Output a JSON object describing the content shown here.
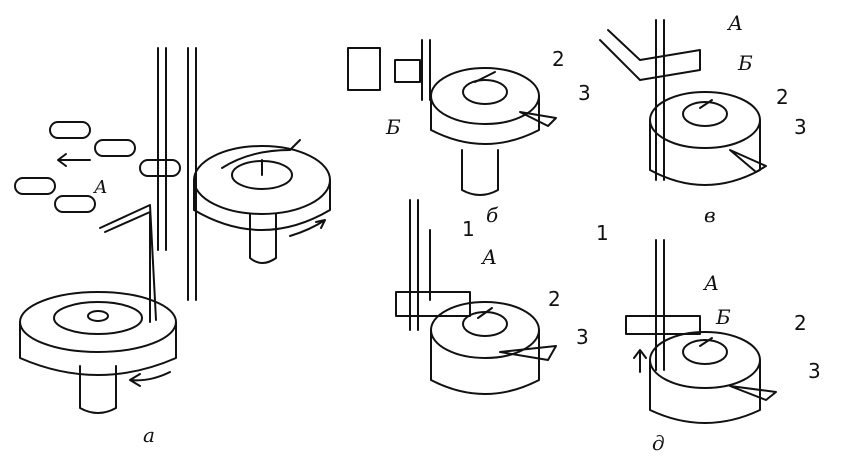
{
  "panels": {
    "a": {
      "caption": "а",
      "letters": [
        "А"
      ]
    },
    "b": {
      "caption": "б",
      "letters": [
        "Б"
      ],
      "numbers": [
        "2",
        "3"
      ]
    },
    "v": {
      "caption": "в",
      "letters": [
        "А",
        "Б"
      ],
      "numbers": [
        "2",
        "3"
      ]
    },
    "g": {
      "letters": [
        "А"
      ],
      "numbers": [
        "1",
        "2",
        "3"
      ]
    },
    "d": {
      "caption": "д",
      "letters": [
        "А",
        "Б"
      ],
      "numbers": [
        "1",
        "2",
        "3"
      ]
    }
  },
  "colors": {
    "ink": "#111111",
    "background": "#ffffff"
  }
}
